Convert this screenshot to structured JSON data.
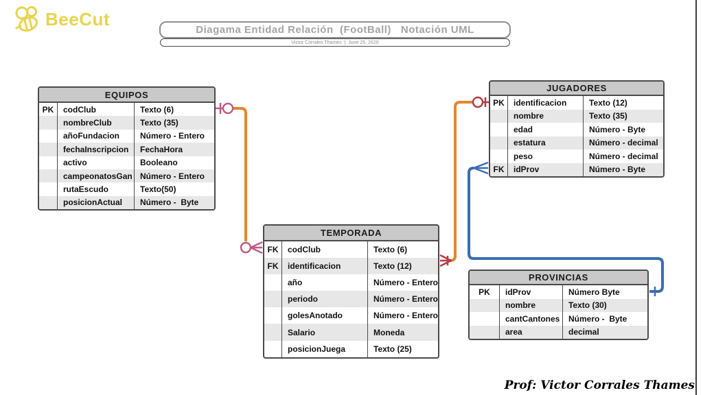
{
  "watermark": {
    "brand": "BeeCut"
  },
  "banner": {
    "title": "Diagama Entidad Relación  (FootBall)   Notación UML",
    "subtitle": "Victor Corrales Thames  |  June 25, 2020"
  },
  "footer": {
    "credit": "Prof: Victor Corrales Thames"
  },
  "tables": {
    "equipos": {
      "title": "EQUIPOS",
      "rows": [
        {
          "key": "PK",
          "name": "codClub",
          "type": "Texto (6)"
        },
        {
          "key": "",
          "name": "nombreClub",
          "type": "Texto (35)"
        },
        {
          "key": "",
          "name": "añoFundacion",
          "type": "Número - Entero"
        },
        {
          "key": "",
          "name": "fechaInscripcion",
          "type": "FechaHora"
        },
        {
          "key": "",
          "name": "activo",
          "type": "Booleano"
        },
        {
          "key": "",
          "name": "campeonatosGan",
          "type": "Número - Entero"
        },
        {
          "key": "",
          "name": "rutaEscudo",
          "type": "Texto(50)"
        },
        {
          "key": "",
          "name": "posicionActual",
          "type": "Número -  Byte"
        }
      ]
    },
    "jugadores": {
      "title": "JUGADORES",
      "rows": [
        {
          "key": "PK",
          "name": "identificacion",
          "type": "Texto (12)"
        },
        {
          "key": "",
          "name": "nombre",
          "type": "Texto (35)"
        },
        {
          "key": "",
          "name": "edad",
          "type": "Número - Byte"
        },
        {
          "key": "",
          "name": "estatura",
          "type": "Número - decimal"
        },
        {
          "key": "",
          "name": "peso",
          "type": "Número - decimal"
        },
        {
          "key": "FK",
          "name": "idProv",
          "type": "Número - Byte"
        }
      ]
    },
    "temporada": {
      "title": "TEMPORADA",
      "rows": [
        {
          "key": "FK",
          "name": "codClub",
          "type": "Texto (6)"
        },
        {
          "key": "FK",
          "name": "identificacion",
          "type": "Texto (12)"
        },
        {
          "key": "",
          "name": "año",
          "type": "Número - Entero"
        },
        {
          "key": "",
          "name": "periodo",
          "type": "Número - Entero"
        },
        {
          "key": "",
          "name": "golesAnotado",
          "type": "Número - Entero"
        },
        {
          "key": "",
          "name": "Salario",
          "type": "Moneda"
        },
        {
          "key": "",
          "name": "posicionJuega",
          "type": "Texto (25)"
        }
      ]
    },
    "provincias": {
      "title": "PROVINCIAS",
      "rows": [
        {
          "key": "PK",
          "name": "idProv",
          "type": "Número Byte"
        },
        {
          "key": "",
          "name": "nombre",
          "type": "Texto (30)"
        },
        {
          "key": "",
          "name": "cantCantones",
          "type": "Número -  Byte"
        },
        {
          "key": "",
          "name": "area",
          "type": "decimal"
        }
      ]
    }
  },
  "relationships": [
    {
      "from": "EQUIPOS.codClub",
      "to": "TEMPORADA.codClub",
      "from_cardinality": "one",
      "to_cardinality": "zero-or-many"
    },
    {
      "from": "JUGADORES.identificacion",
      "to": "TEMPORADA.identificacion",
      "from_cardinality": "zero-or-one",
      "to_cardinality": "one-or-many"
    },
    {
      "from": "PROVINCIAS.idProv",
      "to": "JUGADORES.idProv",
      "from_cardinality": "one",
      "to_cardinality": "many"
    }
  ],
  "colors": {
    "orange": "#e5862f",
    "pink": "#c05a86",
    "red": "#b83a40",
    "blue": "#3a6cb3",
    "header_bg": "#c9c9c9",
    "row_alt": "#e7e7e7",
    "table_border": "#4a4a4a",
    "brand_yellow": "#e9d44b",
    "banner_text": "#a4a4a4"
  }
}
